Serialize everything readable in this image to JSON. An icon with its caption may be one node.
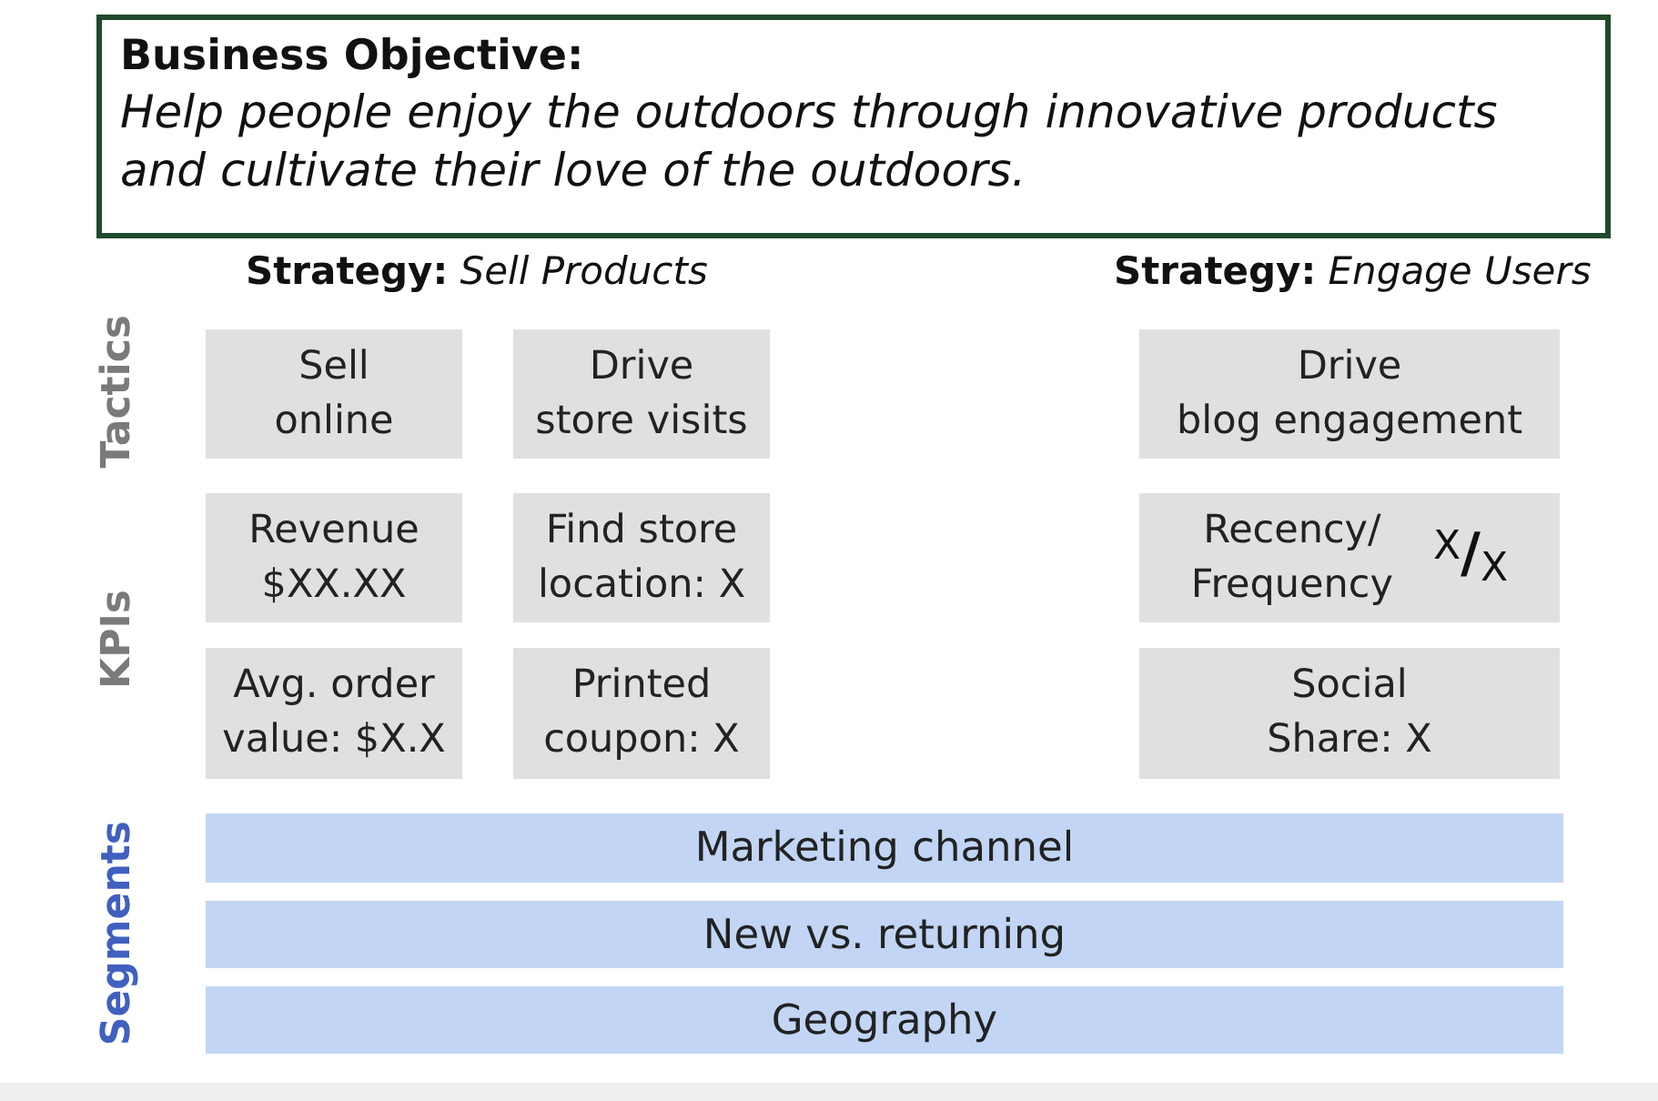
{
  "diagram": {
    "nodes": [
      {
        "text": [
          "Business Objective:",
          "Help people enjoy the outdoors through innovative products and cultivate their love of the outdoors."
        ]
      },
      {
        "text": [
          "Sell online"
        ]
      },
      {
        "text": [
          "Drive store visits"
        ]
      },
      {
        "text": [
          "Drive blog engagement"
        ]
      },
      {
        "text": [
          "Revenue $XX.XX"
        ]
      },
      {
        "text": [
          "Find store location: X"
        ]
      },
      {
        "text": [
          "Recency/ Frequency",
          "$^{X}$/$_{X}$"
        ]
      },
      {
        "text": [
          "Avg. order value: $X.X"
        ]
      },
      {
        "text": [
          "Printed coupon: X"
        ]
      },
      {
        "text": [
          "Social Share: X"
        ]
      },
      {
        "text": [
          "Marketing channel"
        ]
      },
      {
        "text": [
          "New vs. returning"
        ]
      },
      {
        "text": [
          "Geography"
        ]
      }
    ],
    "labels": [
      "**Strategy:** *Sell Products*",
      "**Strategy:** *Engage Users*",
      "Tactics",
      "KPIs",
      "Segments"
    ]
  }
}
